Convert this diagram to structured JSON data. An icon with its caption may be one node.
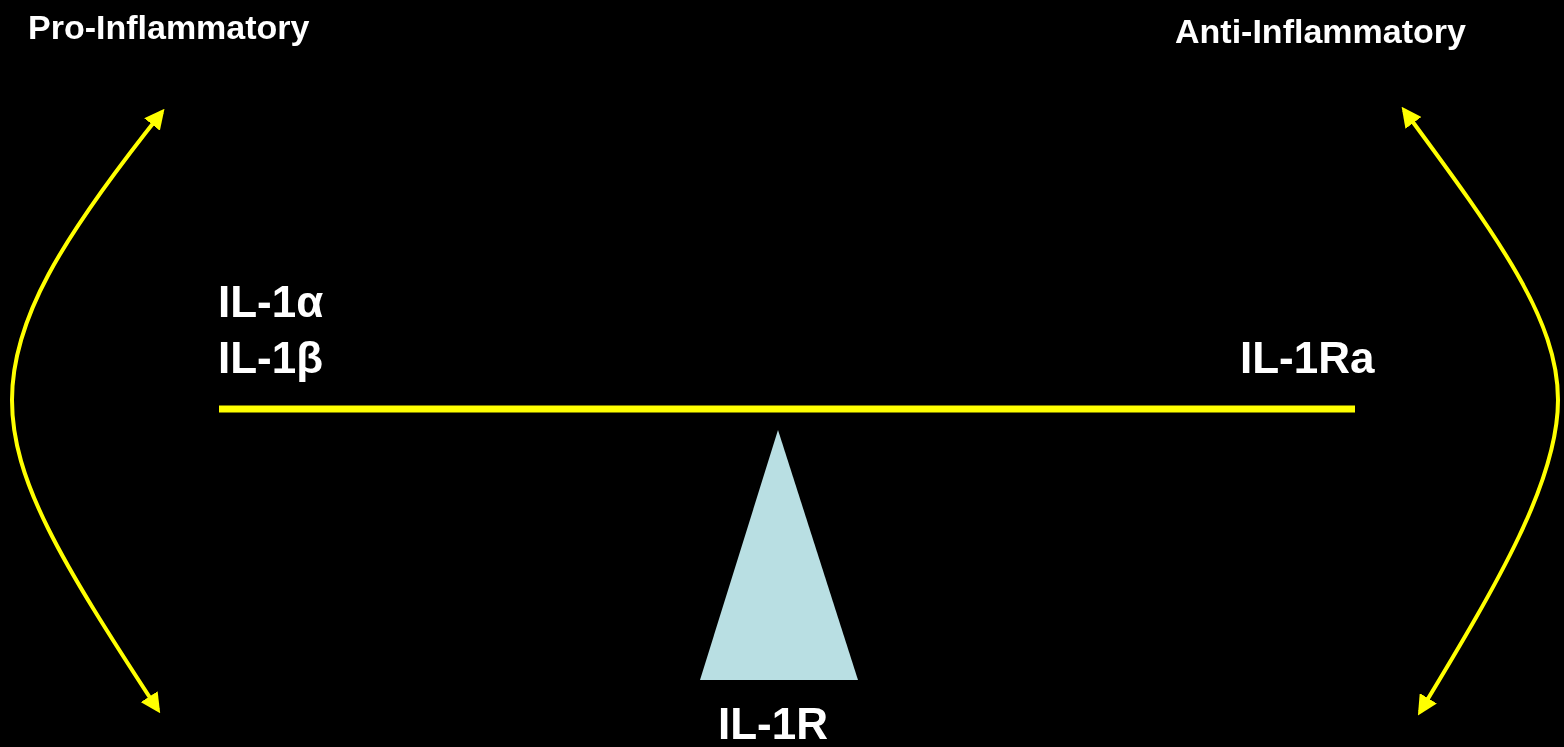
{
  "diagram": {
    "nodes": [
      {
        "text": [
          "IL-1R"
        ]
      }
    ],
    "labels": [
      "Pro-Inflammatory",
      "Anti-Inflammatory",
      "IL-1α",
      "IL-1β",
      "IL-1Ra"
    ]
  }
}
